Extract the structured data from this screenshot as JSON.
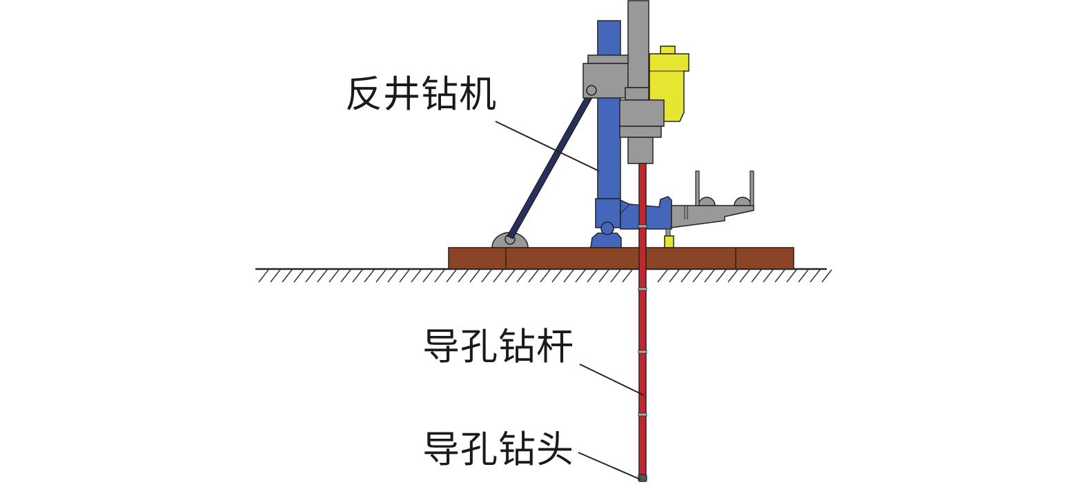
{
  "labels": {
    "drilling_rig": "反井钻机",
    "pilot_rod": "导孔钻杆",
    "pilot_bit": "导孔钻头"
  },
  "colors": {
    "mast_blue": "#4466bb",
    "steel_gray": "#999999",
    "motor_yellow": "#e6e632",
    "rod_red": "#c0282e",
    "base_brown": "#8b4425",
    "brace_navy": "#26305a",
    "outline": "#222222"
  }
}
